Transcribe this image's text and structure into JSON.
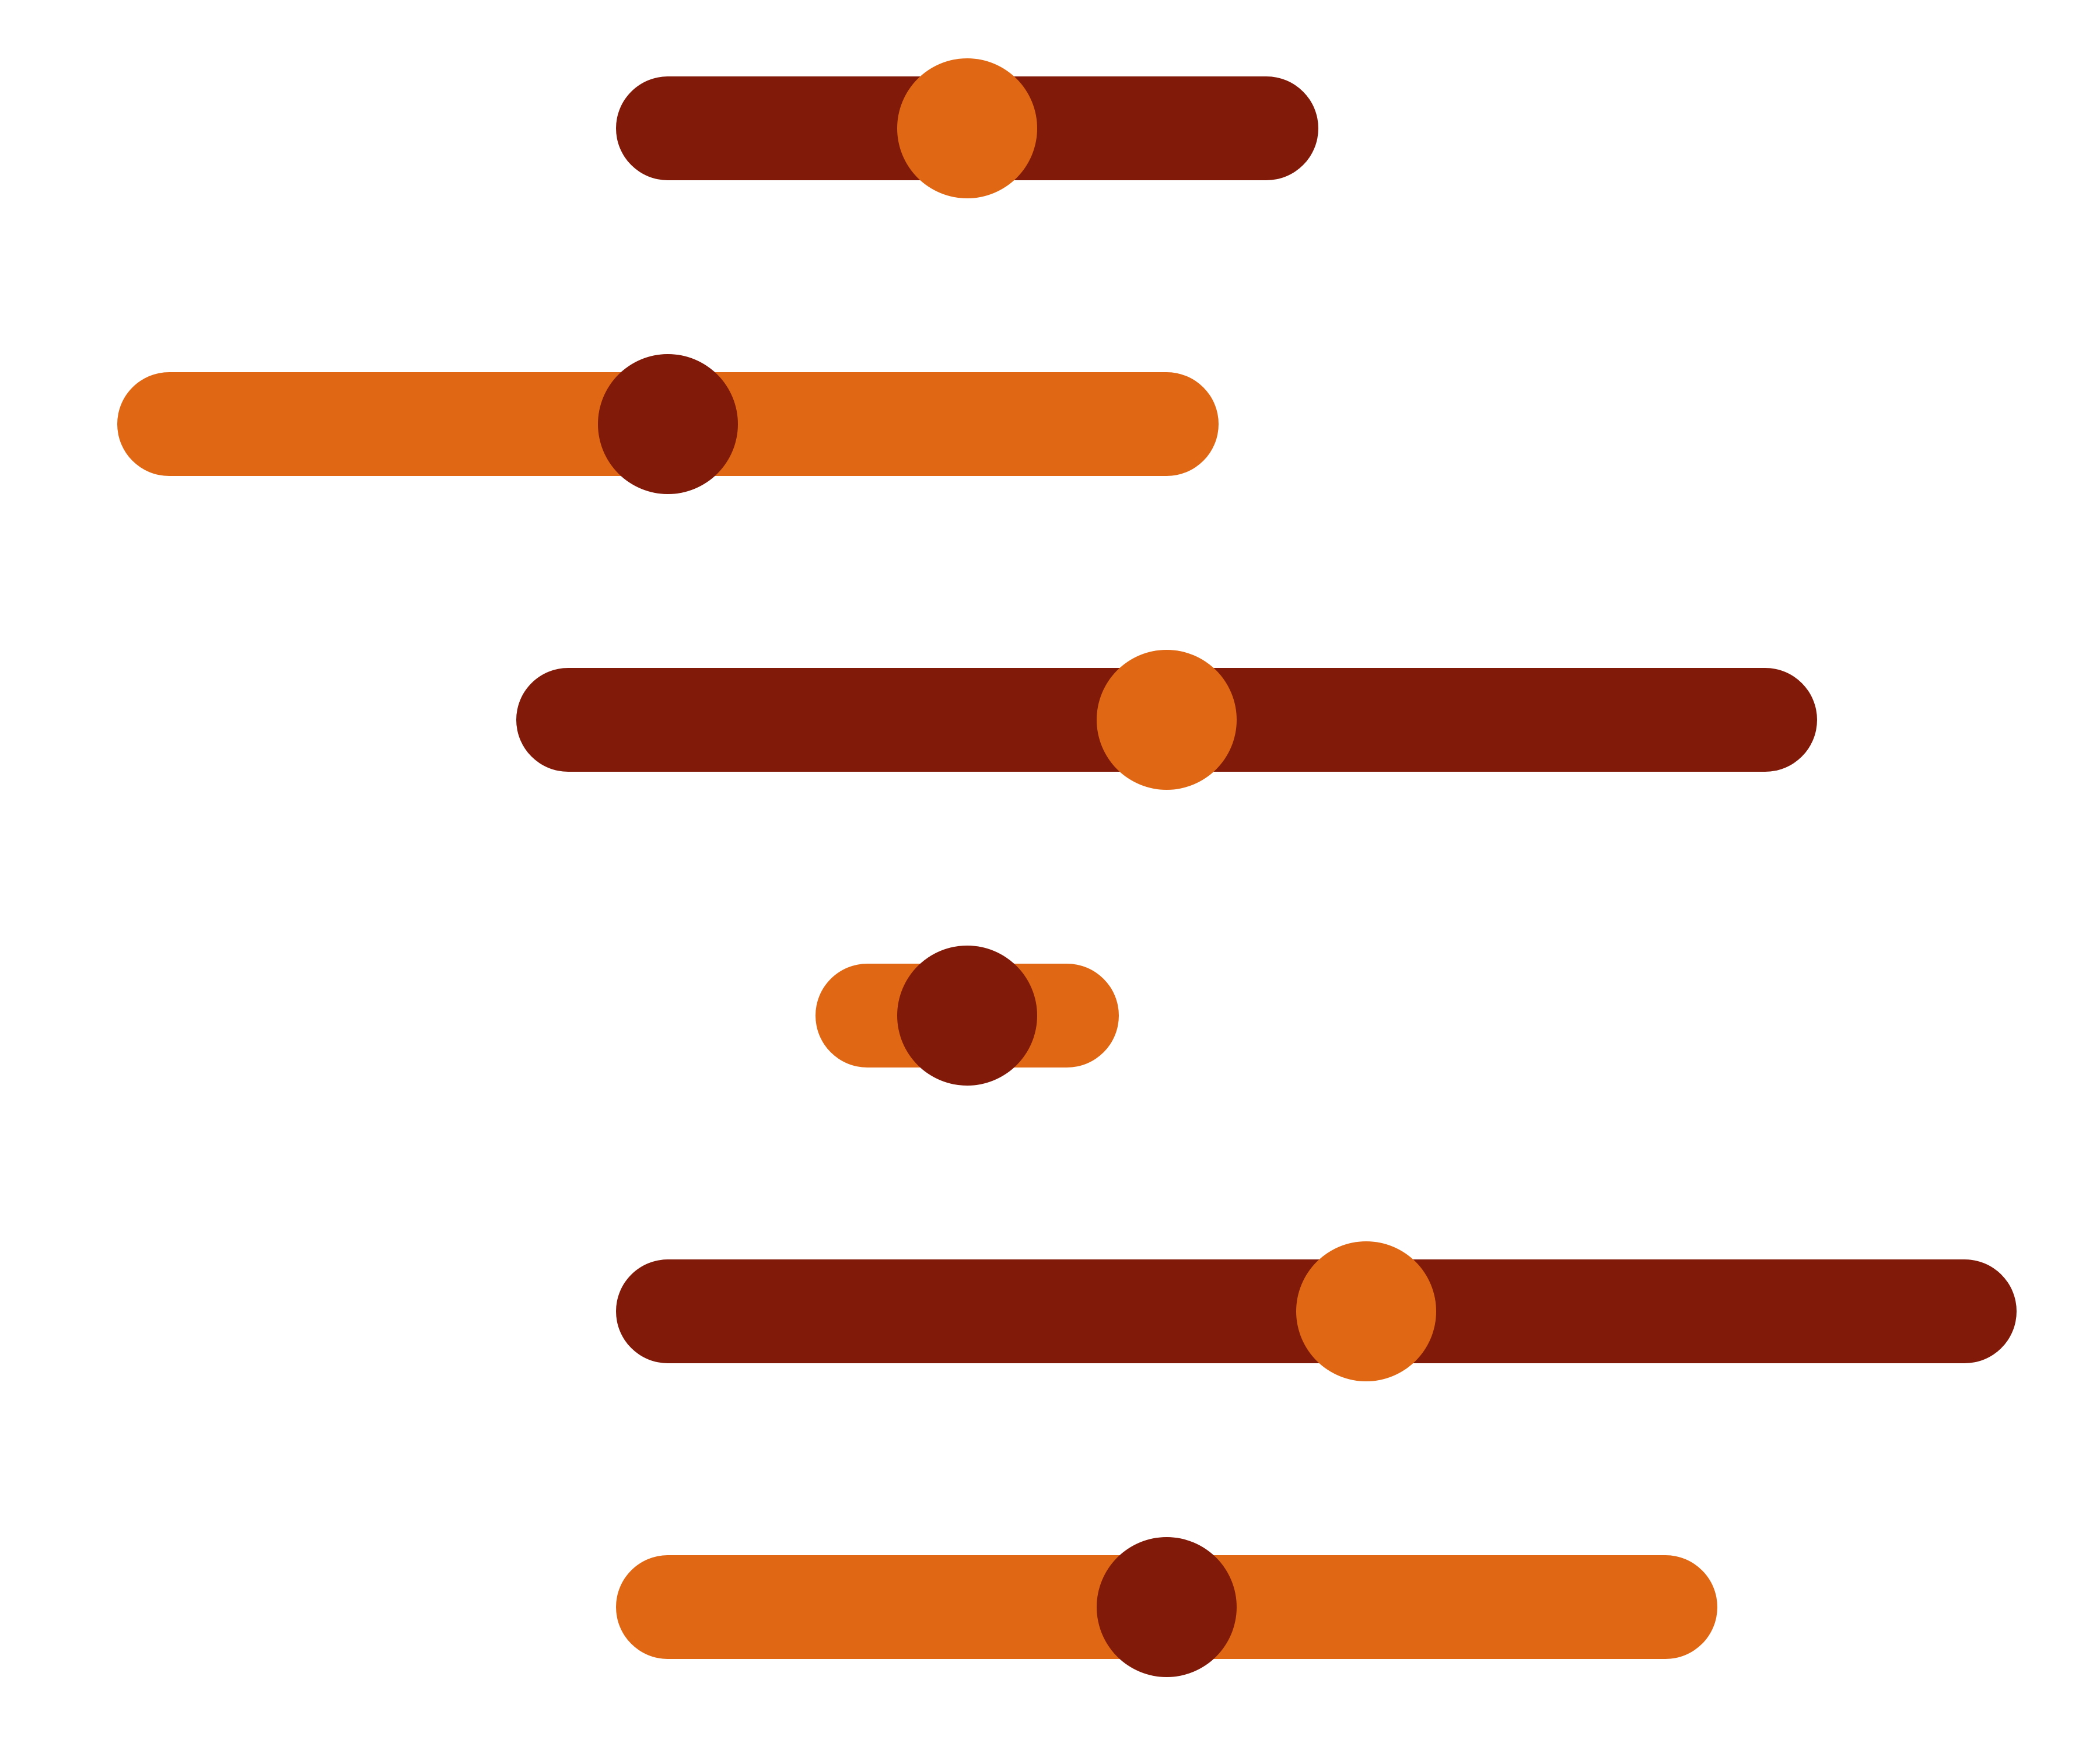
{
  "colors": {
    "dark": "#821a09",
    "orange": "#e06815",
    "background": "#ffffff"
  },
  "chart_data": {
    "type": "range-dot",
    "title": "",
    "xlabel": "",
    "ylabel": "",
    "grid": false,
    "legend": "none",
    "xlim": [
      0,
      20
    ],
    "rows": [
      {
        "low": 5,
        "high": 11,
        "point": 8,
        "bar_color": "dark",
        "dot_color": "orange"
      },
      {
        "low": 0,
        "high": 10,
        "point": 5,
        "bar_color": "orange",
        "dot_color": "dark"
      },
      {
        "low": 4,
        "high": 16,
        "point": 10,
        "bar_color": "dark",
        "dot_color": "orange"
      },
      {
        "low": 7,
        "high": 9,
        "point": 8,
        "bar_color": "orange",
        "dot_color": "dark"
      },
      {
        "low": 5,
        "high": 18,
        "point": 12,
        "bar_color": "dark",
        "dot_color": "orange"
      },
      {
        "low": 5,
        "high": 15,
        "point": 10,
        "bar_color": "orange",
        "dot_color": "dark"
      }
    ]
  }
}
